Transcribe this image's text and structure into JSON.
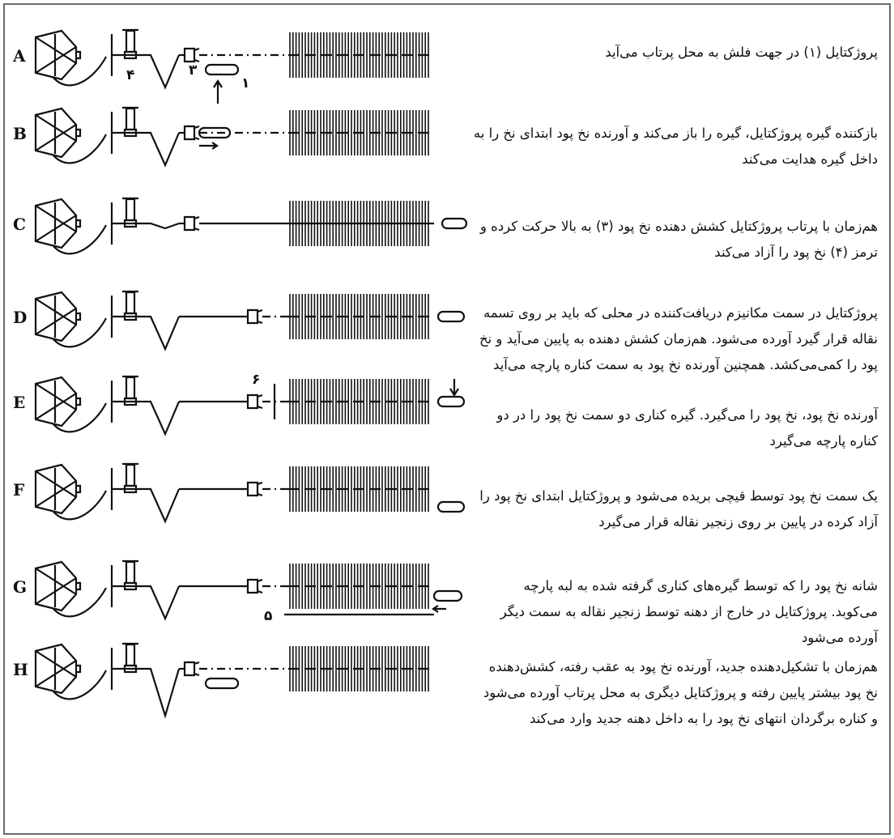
{
  "steps": [
    {
      "label": "A",
      "text": "پروژکتایل (۱) در جهت فلش به محل پرتاب می‌آید",
      "callouts": [
        "۴",
        "۳",
        "۱"
      ]
    },
    {
      "label": "B",
      "text": "بازکننده گیره پروژکتایل، گیره را باز می‌کند و آورنده نخ پود ابتدای نخ را به داخل گیره هدایت می‌کند",
      "callouts": []
    },
    {
      "label": "C",
      "text": "هم‌زمان با پرتاب پروژکتایل کشش دهنده نخ پود (۳) به بالا حرکت کرده و ترمز (۴) نخ پود را آزاد می‌کند",
      "callouts": []
    },
    {
      "label": "D",
      "text": "پروژکتایل در سمت مکانیزم دریافت‌کننده در محلی که باید بر روی تسمه نقاله قرار گیرد آورده می‌شود. هم‌زمان کشش دهنده به پایین می‌آید و نخ پود را کمی‌می‌کشد. همچنین آورنده نخ پود به سمت کناره پارچه می‌آید",
      "callouts": []
    },
    {
      "label": "E",
      "text": "آورنده نخ پود، نخ پود را می‌گیرد. گیره کناری دو سمت نخ پود را در دو کناره پارچه می‌گیرد",
      "callouts": [
        "۶"
      ]
    },
    {
      "label": "F",
      "text": "یک سمت نخ پود توسط قیچی بریده می‌شود و پروژکتایل ابتدای نخ پود را آزاد کرده در پایین بر روی زنجیر نقاله قرار می‌گیرد",
      "callouts": []
    },
    {
      "label": "G",
      "text": "شانه نخ پود را که توسط گیره‌های کناری گرفته شده به لبه پارچه می‌کوبد. پروژکتایل در خارج از دهنه توسط زنجیر نقاله به سمت دیگر آورده می‌شود",
      "callouts": [
        "۵"
      ]
    },
    {
      "label": "H",
      "text": "هم‌زمان با تشکیل‌دهنده جدید، آورنده نخ پود به عقب رفته، کشش‌دهنده نخ پود بیشتر پایین رفته و پروژکتایل دیگری به محل پرتاب آورده می‌شود و کناره برگردان انتهای نخ پود را به داخل دهنه جدید وارد می‌کند",
      "callouts": []
    }
  ]
}
